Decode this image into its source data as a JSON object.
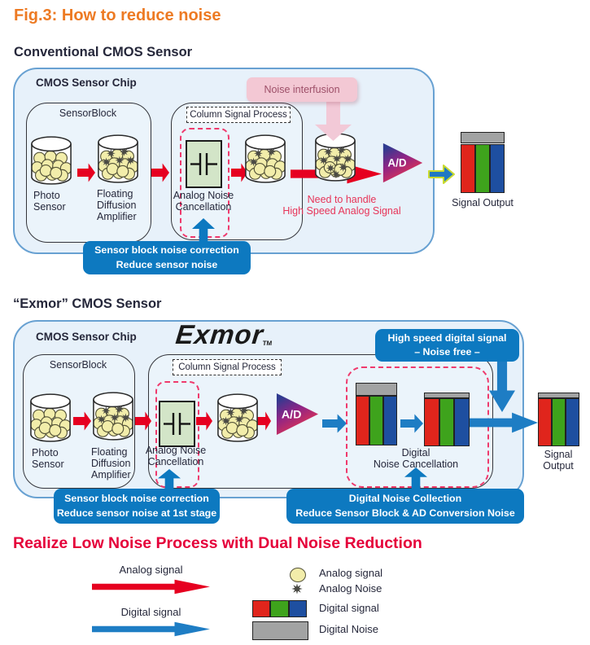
{
  "title": "Fig.3: How to reduce noise",
  "conventional": {
    "heading": "Conventional CMOS Sensor",
    "chip_label": "CMOS Sensor Chip",
    "sensor_block": "SensorBlock",
    "photo_sensor": "Photo Sensor",
    "fda": "Floating Diffusion Amplifier",
    "csp": "Column Signal Process",
    "anc": "Analog Noise Cancellation",
    "noise_interfusion": "Noise interfusion",
    "need_to_handle_1": "Need to handle",
    "need_to_handle_2": "High Speed Analog Signal",
    "ad": "A/D",
    "signal_output": "Signal Output",
    "banner_1": "Sensor block noise correction",
    "banner_2": "Reduce sensor noise"
  },
  "exmor": {
    "heading": "“Exmor” CMOS Sensor",
    "chip_label": "CMOS Sensor Chip",
    "logo": "Exmor",
    "logo_tm": "TM",
    "highspeed_1": "High speed digital signal",
    "highspeed_2": "– Noise free –",
    "sensor_block": "SensorBlock",
    "photo_sensor": "Photo Sensor",
    "fda": "Floating Diffusion Amplifier",
    "csp": "Column Signal Process",
    "anc": "Analog Noise Cancellation",
    "ad": "A/D",
    "dnc_1": "Digital",
    "dnc_2": "Noise Cancellation",
    "signal_1": "Signal",
    "signal_2": "Output",
    "banner1_1": "Sensor block noise correction",
    "banner1_2": "Reduce sensor noise at 1st stage",
    "banner2_1": "Digital Noise Collection",
    "banner2_2": "Reduce Sensor Block & AD Conversion Noise"
  },
  "footer": {
    "title": "Realize Low Noise Process with Dual Noise Reduction",
    "analog_arrow_label": "Analog signal",
    "digital_arrow_label": "Digital signal",
    "legend": [
      {
        "label": "Analog signal"
      },
      {
        "label": "Analog Noise"
      },
      {
        "label": "Digital signal"
      },
      {
        "label": "Digital Noise"
      }
    ]
  },
  "colors": {
    "accent_orange": "#ed7a23",
    "heading_navy": "#25273a",
    "analog_red": "#e60020",
    "digital_blue": "#1e7dc4",
    "banner_blue": "#0d79c0",
    "noise_pink_bg": "#f3c8d4",
    "crimson": "#e5003a",
    "bar_red": "#e0251c",
    "bar_green": "#3ea31c",
    "bar_blue": "#1e4fa0",
    "bar_gray": "#a2a3a3"
  }
}
